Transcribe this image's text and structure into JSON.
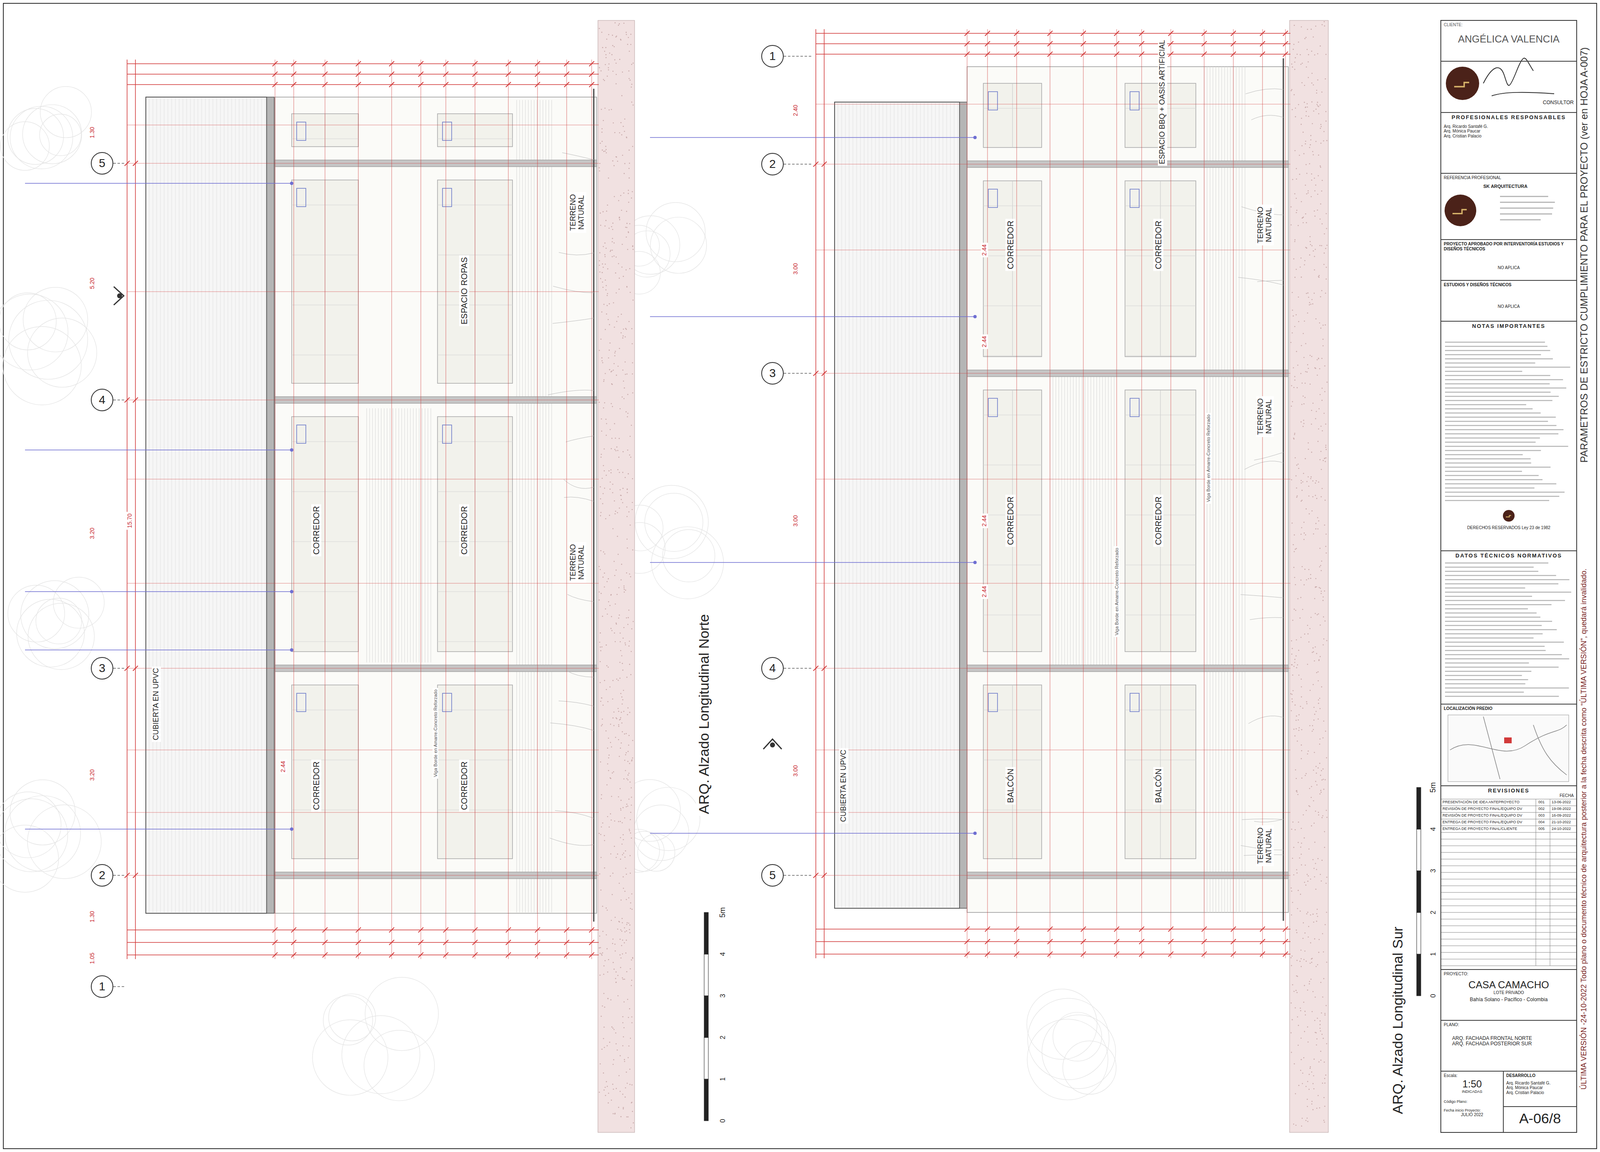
{
  "diagram": {
    "nodes": [
      {
        "text": [
          "5"
        ]
      },
      {
        "text": [
          "4"
        ]
      },
      {
        "text": [
          "3"
        ]
      },
      {
        "text": [
          "2"
        ]
      },
      {
        "text": [
          "1"
        ]
      },
      {
        "text": [
          "1"
        ]
      },
      {
        "text": [
          "2"
        ]
      },
      {
        "text": [
          "3"
        ]
      },
      {
        "text": [
          "4"
        ]
      },
      {
        "text": [
          "5"
        ]
      },
      {
        "text": [
          "CLIENTE:",
          "ANGÉLICA VALENCIA"
        ]
      },
      {
        "text": [
          "CONSULTOR"
        ]
      },
      {
        "text": [
          "PROFESIONALES RESPONSABLES",
          "Arq. Ricardo Santafé G.",
          "Arq. Mónica Paucar",
          "Arq. Cristian Palacio"
        ]
      },
      {
        "text": [
          "REFERENCIA PROFESIONAL",
          "SK ARQUITECTURA"
        ]
      },
      {
        "text": [
          "PROYECTO APROBADO POR INTERVENTORÍA ESTUDIOS Y DISEÑOS TÉCNICOS",
          "NO APLICA"
        ]
      },
      {
        "text": [
          "ESTUDIOS Y DISEÑOS TÉCNICOS",
          "NO APLICA"
        ]
      },
      {
        "text": [
          "NOTAS IMPORTANTES",
          "DERECHOS RESERVADOS Ley 23 de 1982"
        ]
      },
      {
        "text": [
          "DATOS TÉCNICOS NORMATIVOS"
        ]
      },
      {
        "text": [
          "LOCALIZACIÓN PREDIO"
        ]
      },
      {
        "text": [
          "REVISIONES",
          "FECHA"
        ]
      },
      {
        "text": [
          "PROYECTO:",
          "CASA CAMACHO",
          "LOTE PRIVADO",
          "Bahía Solano - Pacífico - Colombia"
        ]
      },
      {
        "text": [
          "PLANO:",
          "ARQ. FACHADA FRONTAL NORTE",
          "ARQ. FACHADA POSTERIOR SUR"
        ]
      },
      {
        "text": [
          "Escala:",
          "1:50",
          "INDICADAS",
          "Código Plano:",
          "Fecha inicio Proyecto:",
          "JULIO 2022"
        ]
      },
      {
        "text": [
          "DESARROLLO",
          "Arq. Ricardo Santafé G.",
          "Arq. Mónica Paucar",
          "Arq. Cristian Palacio"
        ]
      },
      {
        "text": [
          "A-06/8"
        ]
      }
    ],
    "labels": [
      "CORREDOR",
      "CORREDOR",
      "CORREDOR",
      "CORREDOR",
      "ESPACIO ROPAS",
      "TERRENO NATURAL",
      "TERRENO NATURAL",
      "CUBIERTA EN UPVC",
      "Viga Borde en Amarre-Concreto Reforzado",
      "ARQ. Alzado Longitudinal Norte",
      "5m",
      "4",
      "3",
      "2",
      "1",
      "0",
      "CORREDOR",
      "CORREDOR",
      "CORREDOR",
      "CORREDOR",
      "BALCÓN",
      "BALCÓN",
      "ESPACIO BBQ + OASIS ARTIFICIAL",
      "TERRENO NATURAL",
      "TERRENO NATURAL",
      "TERRENO NATURAL",
      "CUBIERTA EN UPVC",
      "Viga Borde en Amarre-Concreto Reforzado",
      "Viga Borde en Amarre-Concreto Reforzado",
      "ARQ. Alzado Longitudinal Sur",
      "5m",
      "4",
      "3",
      "2",
      "1",
      "0",
      "1.30",
      "5.20",
      "3.20",
      "3.20",
      "1.30",
      "1.05",
      "15.70",
      "2.44",
      "2.40",
      "3.00",
      "3.00",
      "3.00",
      "2.44",
      "2.44",
      "2.44",
      "2.44",
      "PARAMETROS DE ESTRICTO CUMPLIMIENTO PARA EL PROYECTO (ver en HOJA A-007)",
      "ÚLTIMA VERSIÓN -24-10-2022  Todo plano o documento técnico de arquitectura posterior a la fecha descrita como “ÚLTIMA VERSIÓN”, quedará invalidado.",
      "PRESENTACIÓN DE IDEA ANTEPROYECTO",
      "001",
      "13-06-2022",
      "REVISIÓN DE PROYECTO FINAL/EQUIPO DV",
      "002",
      "19-08-2022",
      "REVISIÓN DE PROYECTO FINAL/EQUIPO DV",
      "003",
      "16-09-2022",
      "ENTREGA DE PROYECTO FINAL/EQUIPO DV",
      "004",
      "21-10-2022",
      "ENTREGA DE PROYECTO FINAL/CLIENTE",
      "005",
      "24-10-2022"
    ]
  }
}
